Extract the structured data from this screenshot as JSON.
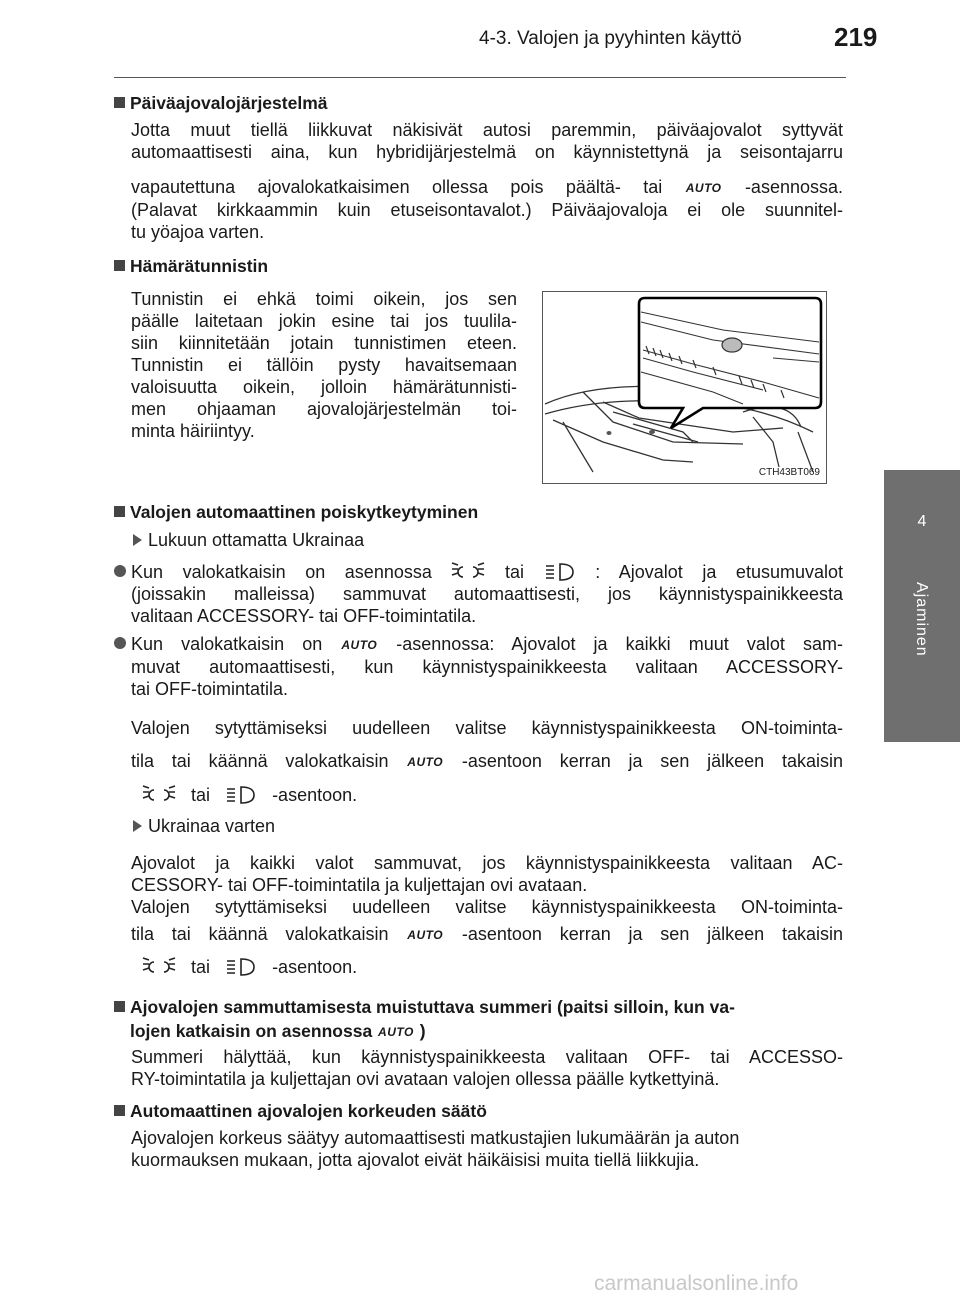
{
  "header": {
    "section": "4-3. Valojen ja pyyhinten käyttö",
    "page_number": "219"
  },
  "side_tab": {
    "number": "4",
    "label": "Ajaminen"
  },
  "icons": {
    "auto": "AUTO",
    "headlight": "headlight-icon",
    "taillight": "taillight-icon",
    "accent": "#6f6f6f"
  },
  "s1": {
    "heading": "Päiväajovalojärjestelmä",
    "l1": "Jotta muut tiellä liikkuvat näkisivät autosi paremmin, päiväajovalot syttyvät",
    "l2": "automaattisesti aina, kun hybridijärjestelmä on käynnistettynä ja seisontajarru",
    "l3a": "vapautettuna ajovalokatkaisimen ollessa pois päältä- tai",
    "l3b": "-asennossa.",
    "l4": "(Palavat kirkkaammin kuin etuseisontavalot.) Päiväajovaloja ei ole suunnitel-",
    "l5": "tu yöajoa varten."
  },
  "s2": {
    "heading": "Hämärätunnistin",
    "lines": [
      "Tunnistin ei ehkä toimi oikein, jos sen",
      "päälle laitetaan jokin esine tai jos tuulila-",
      "siin kiinnitetään jotain tunnistimen eteen.",
      "Tunnistin ei tällöin pysty havaitsemaan",
      "valoisuutta oikein, jolloin hämärätunnisti-",
      "men ohjaaman ajovalojärjestelmän toi-",
      "minta häiriintyy."
    ],
    "figure_code": "CTH43BT069"
  },
  "s3": {
    "heading": "Valojen automaattinen poiskytkeytyminen",
    "sub1": "Lukuun ottamatta Ukrainaa",
    "b1a": "Kun valokatkaisin on asennossa",
    "b1b": "tai",
    "b1c": ": Ajovalot ja etusumuvalot",
    "b1l2": "(joissakin malleissa) sammuvat automaattisesti, jos käynnistyspainikkeesta",
    "b1l3": "valitaan ACCESSORY- tai OFF-toimintatila.",
    "b2a": "Kun valokatkaisin on",
    "b2b": "-asennossa: Ajovalot ja kaikki muut valot sam-",
    "b2l2": "muvat automaattisesti, kun käynnistyspainikkeesta valitaan ACCESSORY-",
    "b2l3": "tai OFF-toimintatila.",
    "r1": "Valojen sytyttämiseksi uudelleen valitse käynnistyspainikkeesta ON-toiminta-",
    "r2a": "tila tai käännä valokatkaisin",
    "r2b": "-asentoon kerran ja sen jälkeen takaisin",
    "r3a": "tai",
    "r3b": "-asentoon.",
    "sub2": "Ukrainaa varten",
    "u1": "Ajovalot ja kaikki valot sammuvat, jos käynnistyspainikkeesta valitaan AC-",
    "u2": "CESSORY- tai OFF-toimintatila ja kuljettajan ovi avataan.",
    "u3": "Valojen sytyttämiseksi uudelleen valitse käynnistyspainikkeesta ON-toiminta-",
    "u4a": "tila tai käännä valokatkaisin",
    "u4b": "-asentoon kerran ja sen jälkeen takaisin",
    "u5a": "tai",
    "u5b": "-asentoon."
  },
  "s4": {
    "h1": "Ajovalojen sammuttamisesta muistuttava summeri (paitsi silloin, kun va-",
    "h2a": "lojen katkaisin on asennossa",
    "h2b": ")",
    "l1": "Summeri hälyttää, kun käynnistyspainikkeesta valitaan OFF- tai ACCESSO-",
    "l2": "RY-toimintatila ja kuljettajan ovi avataan valojen ollessa päälle kytkettyinä."
  },
  "s5": {
    "heading": "Automaattinen ajovalojen korkeuden säätö",
    "l1": "Ajovalojen korkeus säätyy automaattisesti matkustajien lukumäärän ja auton",
    "l2": "kuormauksen mukaan, jotta ajovalot eivät häikäisisi muita tiellä liikkujia."
  },
  "watermark": "carmanualsonline.info"
}
